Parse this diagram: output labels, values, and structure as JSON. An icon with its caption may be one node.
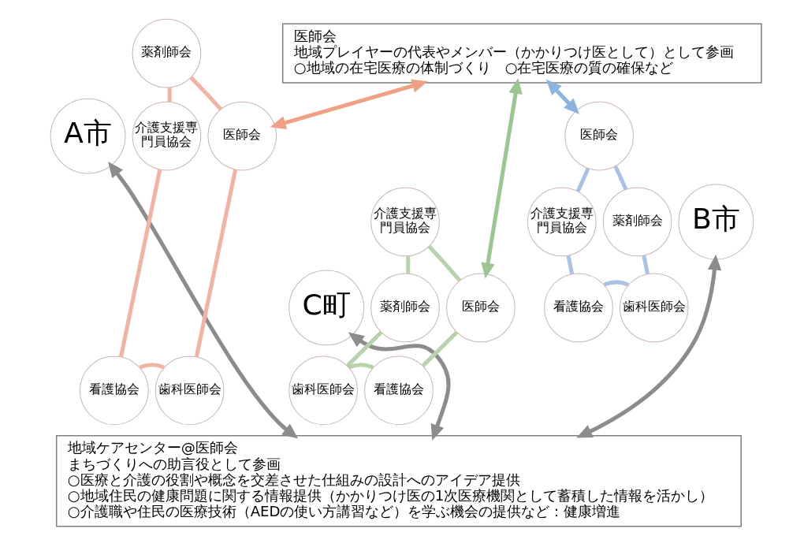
{
  "diagram": {
    "nodes": [
      {
        "text": [
          "医師会",
          "地域プレイヤーの代表やメンバー（かかりつけ医として）として参画",
          "○地域の在宅医療の体制づくり　○在宅医療の質の確保など"
        ]
      },
      {
        "text": [
          "薬剤師会"
        ]
      },
      {
        "text": [
          "介護支援専門員協会"
        ]
      },
      {
        "text": [
          "医師会"
        ]
      },
      {
        "text": [
          "A市"
        ]
      },
      {
        "text": [
          "看護協会"
        ]
      },
      {
        "text": [
          "歯科医師会"
        ]
      },
      {
        "text": [
          "医師会"
        ]
      },
      {
        "text": [
          "介護支援専門員協会"
        ]
      },
      {
        "text": [
          "薬剤師会"
        ]
      },
      {
        "text": [
          "B市"
        ]
      },
      {
        "text": [
          "看護協会"
        ]
      },
      {
        "text": [
          "歯科医師会"
        ]
      },
      {
        "text": [
          "介護支援専門員協会"
        ]
      },
      {
        "text": [
          "医師会"
        ]
      },
      {
        "text": [
          "薬剤師会"
        ]
      },
      {
        "text": [
          "C町"
        ]
      },
      {
        "text": [
          "看護協会"
        ]
      },
      {
        "text": [
          "歯科医師会"
        ]
      },
      {
        "text": [
          "地域ケアセンター@医師会",
          "まちづくりへの助言役として参画",
          "○医療と介護の役割や概念を交差させた仕組みの設計へのアイデア提供",
          "○地域住民の健康問題に関する情報提供（かかりつけ医の1次医療機関として蓄積した情報を活かし）",
          "○介護職や住民の医療技術（AEDの使い方講習など）を学ぶ機会の提供など：健康増進"
        ]
      }
    ],
    "edges": [
      {
        "from": 1,
        "to": 3,
        "arrow": "none",
        "color": "#f2b3a3"
      },
      {
        "from": 3,
        "to": 6,
        "arrow": "none",
        "color": "#f2b3a3"
      },
      {
        "from": 6,
        "to": 5,
        "arrow": "none",
        "color": "#f2b3a3"
      },
      {
        "from": 5,
        "to": 2,
        "arrow": "none",
        "color": "#f2b3a3"
      },
      {
        "from": 2,
        "to": 1,
        "arrow": "none",
        "color": "#f2b3a3"
      },
      {
        "from": 7,
        "to": 9,
        "arrow": "none",
        "color": "#a9c1e3"
      },
      {
        "from": 9,
        "to": 12,
        "arrow": "none",
        "color": "#a9c1e3"
      },
      {
        "from": 12,
        "to": 11,
        "arrow": "none",
        "color": "#a9c1e3"
      },
      {
        "from": 11,
        "to": 8,
        "arrow": "none",
        "color": "#a9c1e3"
      },
      {
        "from": 8,
        "to": 7,
        "arrow": "none",
        "color": "#a9c1e3"
      },
      {
        "from": 13,
        "to": 15,
        "arrow": "none",
        "color": "#b7d3ab"
      },
      {
        "from": 15,
        "to": 18,
        "arrow": "none",
        "color": "#b7d3ab"
      },
      {
        "from": 18,
        "to": 17,
        "arrow": "none",
        "color": "#b7d3ab"
      },
      {
        "from": 17,
        "to": 14,
        "arrow": "none",
        "color": "#b7d3ab"
      },
      {
        "from": 14,
        "to": 13,
        "arrow": "none",
        "color": "#b7d3ab"
      },
      {
        "from": 0,
        "to": 3,
        "arrow": "both",
        "color": "#f2a084"
      },
      {
        "from": 0,
        "to": 7,
        "arrow": "both",
        "color": "#8db4e0"
      },
      {
        "from": 0,
        "to": 14,
        "arrow": "both",
        "color": "#9cc68f"
      },
      {
        "from": 4,
        "to": 19,
        "arrow": "both",
        "color": "#8c8c8c"
      },
      {
        "from": 10,
        "to": 19,
        "arrow": "both",
        "color": "#8c8c8c"
      },
      {
        "from": 16,
        "to": 19,
        "arrow": "both",
        "color": "#8c8c8c"
      }
    ]
  }
}
